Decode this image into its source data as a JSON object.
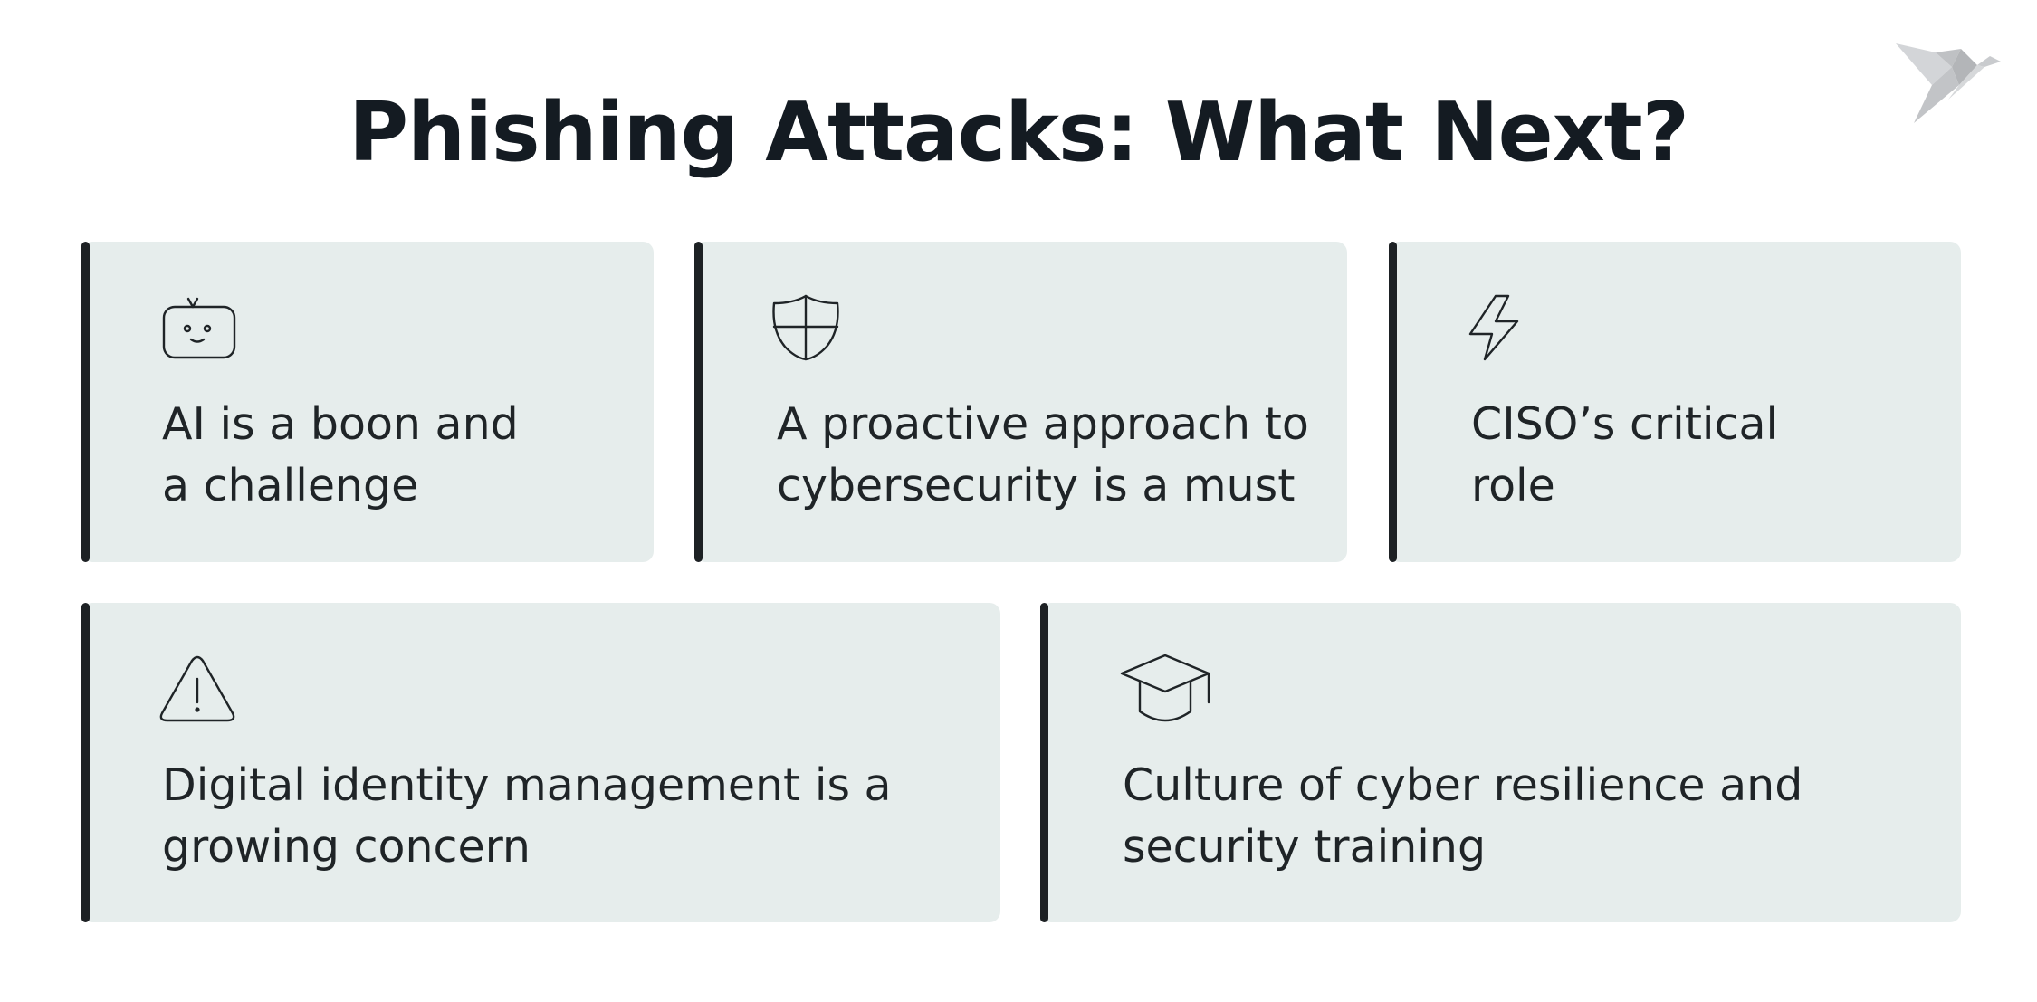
{
  "header": {
    "title": "Phishing Attacks: What Next?"
  },
  "logo": {
    "icon": "origami-bird-icon",
    "color": "#c4c6c9"
  },
  "colors": {
    "card_background": "#e6edec",
    "accent_bar": "#1d2124",
    "text": "#1f2427"
  },
  "cards": [
    {
      "icon": "robot-face-icon",
      "text": "AI is a boon and\na challenge"
    },
    {
      "icon": "shield-icon",
      "text": "A proactive approach to\ncybersecurity is a must"
    },
    {
      "icon": "lightning-icon",
      "text": "CISO’s critical\nrole"
    },
    {
      "icon": "warning-triangle-icon",
      "text": "Digital identity management is a\ngrowing concern"
    },
    {
      "icon": "graduation-cap-icon",
      "text": "Culture of cyber resilience and\nsecurity training"
    }
  ]
}
